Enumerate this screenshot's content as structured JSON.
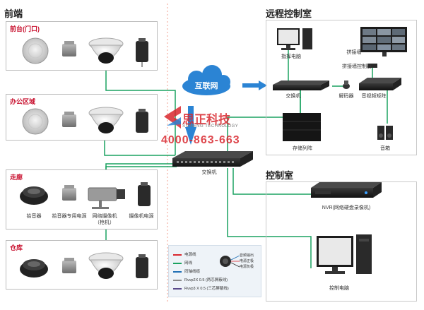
{
  "sections": {
    "front": "前端",
    "remote": "远程控制室",
    "control": "控制室"
  },
  "zones": [
    {
      "label": "前台(门口)"
    },
    {
      "label": "办公区域"
    },
    {
      "label": "走廊"
    },
    {
      "label": "仓库"
    }
  ],
  "corridor_labels": {
    "pickup": "拾音器",
    "pickup_power": "拾音器专用电源",
    "camera": "网络摄像机\n（枪机）",
    "camera_power": "摄像机电源"
  },
  "cloud_label": "互联网",
  "brand": {
    "name": "思正科技",
    "en": "SIZHENG TECHNOLOGY",
    "phone": "4000-863-663"
  },
  "main_switch_label": "交换机",
  "remote_labels": {
    "command_pc": "指挥电脑",
    "switch": "交换机",
    "decoder": "解码器",
    "matrix": "音视频矩阵",
    "wall": "拼接墙",
    "wall_ctrl": "拼接墙控制器",
    "storage": "存储列阵",
    "speaker": "音箱"
  },
  "control_labels": {
    "nvr": "NVR(网络硬盘录像机)",
    "pc": "控制电脑"
  },
  "legend": {
    "items": [
      {
        "text": "电源线",
        "color": "#d9272e"
      },
      {
        "text": "网线",
        "color": "#1aa260"
      },
      {
        "text": "同轴线缆",
        "color": "#1f6fb5"
      },
      {
        "text": "Rvvp2X 0.5 (两芯屏蔽线)",
        "color": "#8a8a8a"
      },
      {
        "text": "Rvvp3 X 0.5 (三芯屏蔽线)",
        "color": "#5a4a8a"
      }
    ],
    "port_a": "音频输出",
    "port_b": "电源正极",
    "port_c": "电源负极"
  },
  "colors": {
    "network": "#1aa260",
    "power": "#d9272e",
    "coax": "#1f6fb5",
    "arrow": "#2b84d4",
    "zone_red": "#c8102e"
  }
}
